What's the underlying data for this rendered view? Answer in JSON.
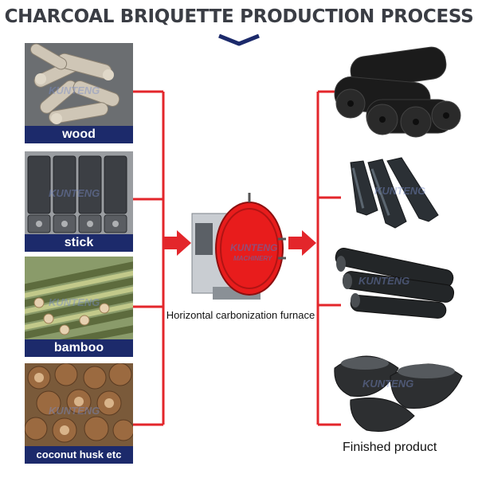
{
  "title": "CHARCOAL BRIQUETTE PRODUCTION PROCESS",
  "inputs": [
    {
      "label": "wood"
    },
    {
      "label": "stick"
    },
    {
      "label": "bamboo"
    },
    {
      "label": "coconut husk etc"
    }
  ],
  "furnace": {
    "caption": "Horizontal carbonization furnace"
  },
  "output_caption": "Finished product",
  "watermark": {
    "name": "KUNTENG",
    "sub": "MACHINERY"
  },
  "colors": {
    "title": "#3a3d44",
    "label_band": "#1c2a6b",
    "connector": "#e3262b",
    "furnace_door": "#e81c1c"
  }
}
